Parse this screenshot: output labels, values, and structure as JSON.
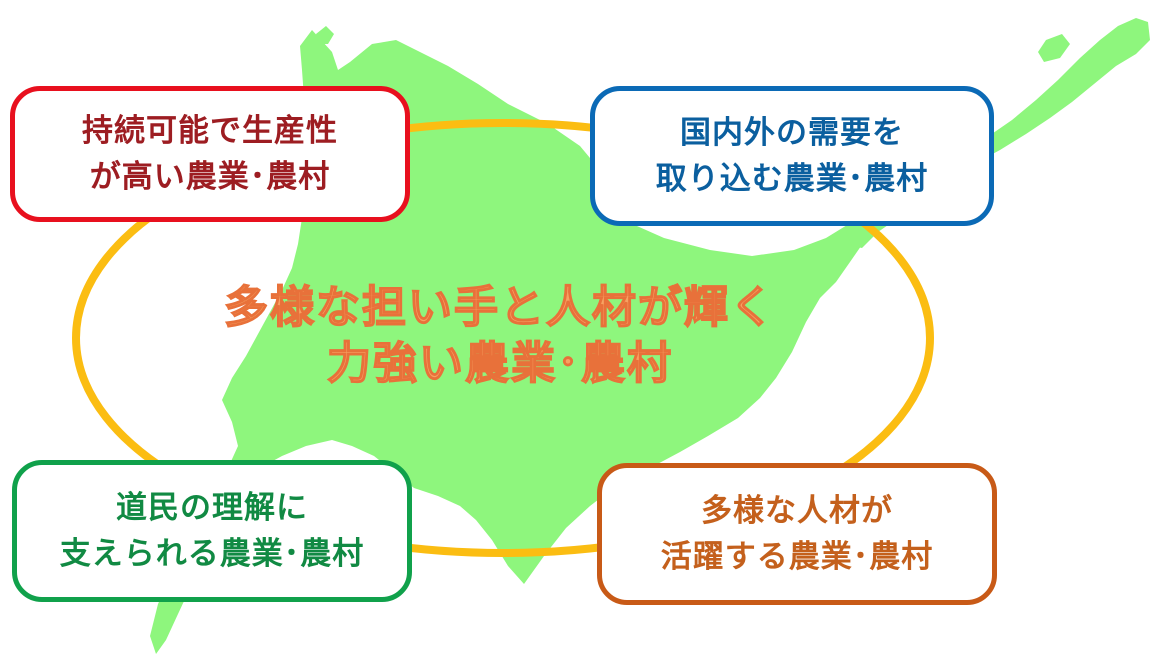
{
  "colors": {
    "land": "#8ef67d",
    "ring": "#fbbd12",
    "red": "#e8101e",
    "blue": "#0b6ab6",
    "green": "#10a14b",
    "brown": "#c85a17",
    "center_text": "#f6a262"
  },
  "center": {
    "line1": "多様な担い手と人材が輝く",
    "line2": "力強い農業･農村"
  },
  "boxes": {
    "top_left": {
      "line1": "持続可能で生産性",
      "line2": "が高い農業･農村"
    },
    "top_right": {
      "line1": "国内外の需要を",
      "line2": "取り込む農業･農村"
    },
    "bottom_left": {
      "line1": "道民の理解に",
      "line2": "支えられる農業･農村"
    },
    "bottom_right": {
      "line1": "多様な人材が",
      "line2": "活躍する農業･農村"
    }
  },
  "decor": {
    "map_shape": "hokkaido-map",
    "ring_shape": "ellipse-ring"
  }
}
